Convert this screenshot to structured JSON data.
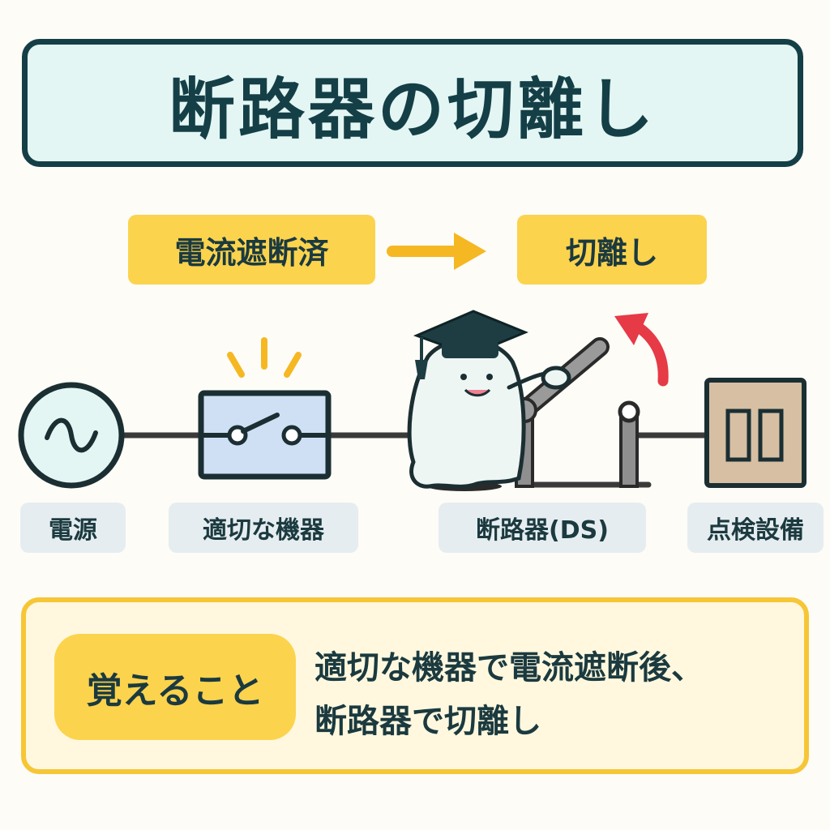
{
  "title": "断路器の切離し",
  "flow": {
    "step1": "電流遮断済",
    "step2": "切離し"
  },
  "labels": {
    "power": "電源",
    "device": "適切な機器",
    "ds": "断路器(DS)",
    "inspection": "点検設備"
  },
  "note": {
    "tag": "覚えること",
    "line1": "適切な機器で電流遮断後、",
    "line2": "断路器で切離し"
  },
  "icons": {
    "power": "ac-source-icon",
    "device": "switch-box-icon",
    "mascot": "graduate-ghost-mascot",
    "disconnector": "disconnector-switch-icon",
    "equipment": "equipment-panel-icon",
    "arrow": "right-arrow-icon",
    "lift": "curved-up-arrow-icon"
  },
  "colors": {
    "title_border": "#153f47",
    "title_fill": "#e3f6f3",
    "step_fill": "#fcd34d",
    "arrow": "#f5b823",
    "lift_arrow": "#e63a46",
    "device_fill": "#cfe0f5",
    "equipment_fill": "#d6bfa3",
    "note_border": "#f6c636",
    "note_fill": "#fff8df"
  }
}
